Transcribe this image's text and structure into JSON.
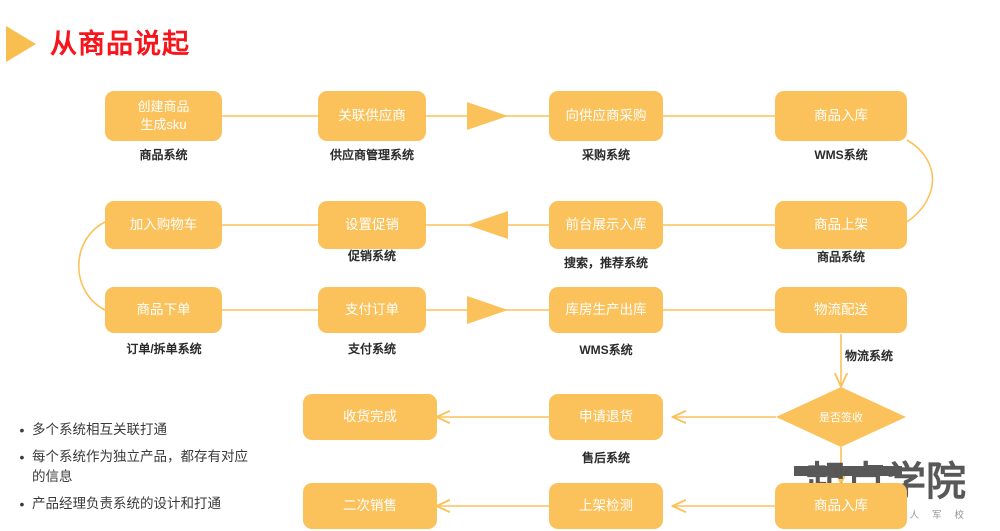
{
  "slide": {
    "title": "从商品说起",
    "title_color": "#F7141A",
    "accent_color": "#FBC25B",
    "marker_icon": "triangle-right-icon",
    "background": "#FFFFFF"
  },
  "flow": {
    "nodes": [
      {
        "id": "create-sku",
        "text": "创建商品\n生成sku",
        "caption": "商品系统",
        "shape": "rounded-rect"
      },
      {
        "id": "link-supplier",
        "text": "关联供应商",
        "caption": "供应商管理系统",
        "shape": "rounded-rect"
      },
      {
        "id": "purchase",
        "text": "向供应商采购",
        "caption": "采购系统",
        "shape": "rounded-rect"
      },
      {
        "id": "goods-inbound",
        "text": "商品入库",
        "caption": "WMS系统",
        "shape": "rounded-rect"
      },
      {
        "id": "add-to-cart",
        "text": "加入购物车",
        "caption": "",
        "shape": "rounded-rect"
      },
      {
        "id": "set-promotion",
        "text": "设置促销",
        "caption": "促销系统",
        "shape": "rounded-rect"
      },
      {
        "id": "frontend-display",
        "text": "前台展示入库",
        "caption": "搜索，推荐系统",
        "shape": "rounded-rect"
      },
      {
        "id": "goods-onshelf",
        "text": "商品上架",
        "caption": "商品系统",
        "shape": "rounded-rect"
      },
      {
        "id": "place-order",
        "text": "商品下单",
        "caption": "订单/拆单系统",
        "shape": "rounded-rect"
      },
      {
        "id": "pay-order",
        "text": "支付订单",
        "caption": "支付系统",
        "shape": "rounded-rect"
      },
      {
        "id": "warehouse-out",
        "text": "库房生产出库",
        "caption": "WMS系统",
        "shape": "rounded-rect"
      },
      {
        "id": "logistics",
        "text": "物流配送",
        "caption": "物流系统",
        "shape": "rounded-rect"
      },
      {
        "id": "signed-decision",
        "text": "是否签收",
        "caption": "",
        "shape": "diamond"
      },
      {
        "id": "apply-return",
        "text": "申请退货",
        "caption": "售后系统",
        "shape": "rounded-rect"
      },
      {
        "id": "receive-complete",
        "text": "收货完成",
        "caption": "",
        "shape": "rounded-rect"
      },
      {
        "id": "return-inbound",
        "text": "商品入库",
        "caption": "",
        "shape": "rounded-rect"
      },
      {
        "id": "onshelf-check",
        "text": "上架检测",
        "caption": "",
        "shape": "rounded-rect"
      },
      {
        "id": "resale",
        "text": "二次销售",
        "caption": "",
        "shape": "rounded-rect"
      }
    ]
  },
  "notes": {
    "bullet_char": "•",
    "items": [
      "多个系统相互关联打通",
      "每个系统作为独立产品，都存有对应\n的信息",
      "产品经理负责系统的设计和打通"
    ]
  },
  "watermark": {
    "main": "起点学院",
    "sub": "产品埋人军校"
  }
}
